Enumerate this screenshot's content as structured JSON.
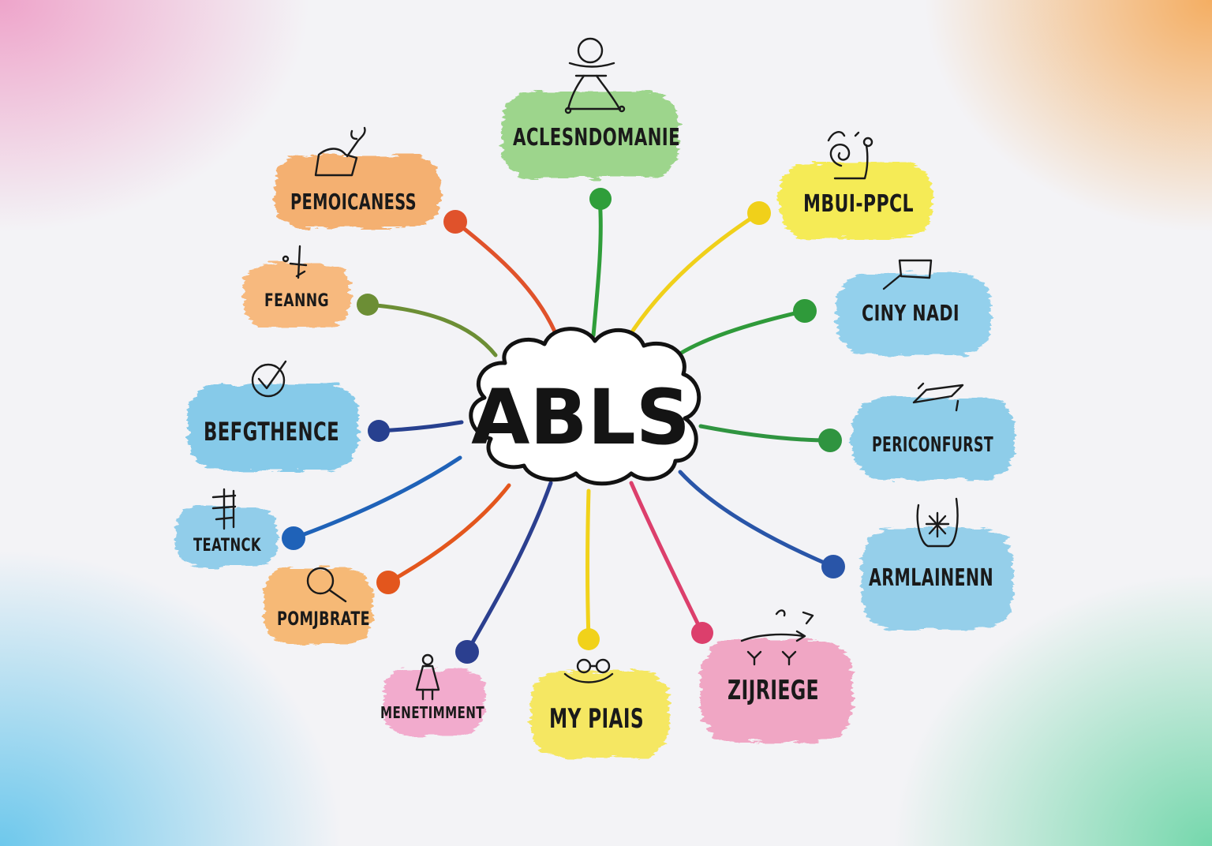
{
  "center": {
    "label": "ABLS"
  },
  "nodes": [
    {
      "id": "aclesndomanie",
      "label": "ACLESNDOMANIE",
      "icon": "person-balance-icon",
      "color": "#8fd07a",
      "dot": "#2f9e3a"
    },
    {
      "id": "pemoicaness",
      "label": "PEMOICANESS",
      "icon": "house-branch-icon",
      "color": "#f5a55a",
      "dot": "#e0522b"
    },
    {
      "id": "feanng",
      "label": "FEANNG",
      "icon": "scissors-icon",
      "color": "#f8b06a",
      "dot": "#6c8e35"
    },
    {
      "id": "befgthence",
      "label": "BEFGTHENCE",
      "icon": "checkmark-circle-icon",
      "color": "#6cc0e6",
      "dot": "#27408f"
    },
    {
      "id": "teatnck",
      "label": "TEATNCK",
      "icon": "tree-icon",
      "color": "#79c4e8",
      "dot": "#1f62b8"
    },
    {
      "id": "pomjbrate",
      "label": "POMJBRATE",
      "icon": "magnifier-icon",
      "color": "#f7b060",
      "dot": "#e3561d"
    },
    {
      "id": "menetimment",
      "label": "MENETIMMENT",
      "icon": "person-dress-icon",
      "color": "#f29ac4",
      "dot": "#2b3f8f"
    },
    {
      "id": "mypiais",
      "label": "MY PIAIS",
      "icon": "glasses-smile-icon",
      "color": "#f6e64a",
      "dot": "#f1d21a"
    },
    {
      "id": "zijriege",
      "label": "ZIJRIEGE",
      "icon": "arrows-icon",
      "color": "#ef8db4",
      "dot": "#dc3f6c"
    },
    {
      "id": "armlainenn",
      "label": "ARMLAINENN",
      "icon": "sparkle-jar-icon",
      "color": "#7ec7e8",
      "dot": "#2955a8"
    },
    {
      "id": "periconfurst",
      "label": "PERICONFURST",
      "icon": "tablet-icon",
      "color": "#76c4e6",
      "dot": "#2f9440"
    },
    {
      "id": "cinynadi",
      "label": "CINY NADI",
      "icon": "flag-icon",
      "color": "#7cc8ea",
      "dot": "#2f9a3a"
    },
    {
      "id": "mbuipppcl",
      "label": "MBUI-PPCL",
      "icon": "snail-icon",
      "color": "#f6ea3a",
      "dot": "#f0d01a"
    }
  ]
}
